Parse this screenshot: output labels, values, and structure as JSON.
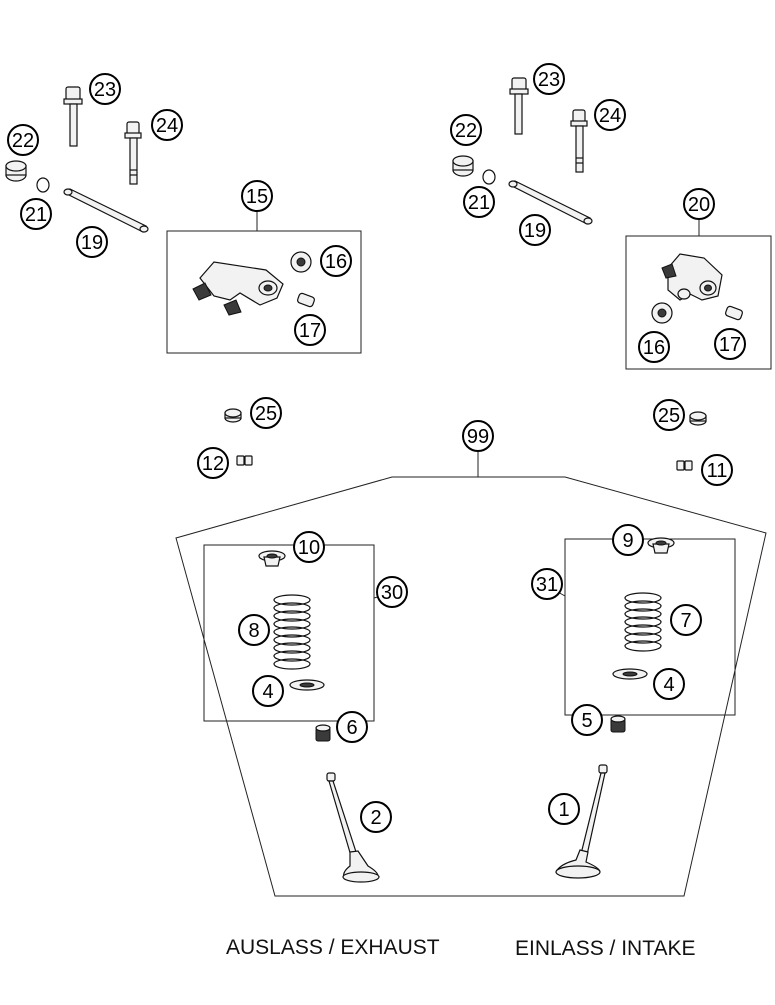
{
  "callouts": {
    "c23l": "23",
    "c24l": "24",
    "c22l": "22",
    "c21l": "21",
    "c19l": "19",
    "c15": "15",
    "c16l": "16",
    "c17l": "17",
    "c23r": "23",
    "c24r": "24",
    "c22r": "22",
    "c21r": "21",
    "c19r": "19",
    "c20": "20",
    "c16r": "16",
    "c17r": "17",
    "c25l": "25",
    "c12": "12",
    "c25r": "25",
    "c11": "11",
    "c99": "99",
    "c10": "10",
    "c30": "30",
    "c8": "8",
    "c4l": "4",
    "c6": "6",
    "c2": "2",
    "c9": "9",
    "c31": "31",
    "c7": "7",
    "c4r": "4",
    "c5": "5",
    "c1": "1"
  },
  "captions": {
    "exhaust": "AUSLASS / EXHAUST",
    "intake": "EINLASS / INTAKE"
  }
}
